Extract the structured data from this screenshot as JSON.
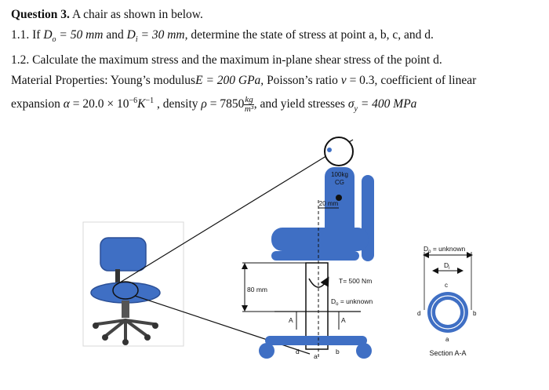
{
  "question": {
    "title": "Question 3.",
    "intro": "A chair as shown in below.",
    "q1_prefix": "1.1. If ",
    "q1_do": "D",
    "q1_do_sub": "o",
    "q1_do_val": " = 50 mm",
    "q1_and": " and ",
    "q1_di": "D",
    "q1_di_sub": "i",
    "q1_di_val": " = 30 mm,",
    "q1_suffix": " determine the state of stress at point a, b, c, and d.",
    "q2": "1.2. Calculate the maximum stress and the maximum in-plane shear stress of the point d.",
    "mat_line1_prefix": "Material Properties: Young’s modulus",
    "mat_E": "E",
    "mat_E_val": " = 200 GPa,",
    "mat_poisson": " Poisson’s ratio ",
    "mat_v": "v",
    "mat_v_val": " = 0.3,",
    "mat_coef": " coefficient of linear",
    "mat_line2_prefix": "expansion ",
    "mat_alpha": "α",
    "mat_alpha_val": " = 20.0 × 10",
    "mat_alpha_exp": "−6",
    "mat_alpha_unit": "K",
    "mat_alpha_unit_exp": "−1",
    "mat_density": " , density ",
    "mat_rho": "ρ",
    "mat_rho_val": " = 7850",
    "mat_rho_num": "kg",
    "mat_rho_den": "m³",
    "mat_yield": ", and  yield stresses ",
    "mat_sigma": "σ",
    "mat_sigma_sub": "y",
    "mat_sigma_val": " = 400 MPa"
  },
  "figure": {
    "mass_label": "100kg",
    "cg_label": "CG",
    "offset_label": "20 mm",
    "height_label": "80 mm",
    "torque_label": "T= 500 Nm",
    "do_label": "D",
    "do_sub": "o",
    "do_unknown": " = unknown",
    "section_do_label": "D",
    "section_do_sub": "o",
    "section_do_unknown": " = unknown",
    "section_di_label": "D",
    "section_di_sub": "i",
    "cut_a_left": "A",
    "cut_a_right": "A",
    "pt_d": "d",
    "pt_a": "a",
    "pt_b": "b",
    "sec_pt_c": "c",
    "sec_pt_d": "d",
    "sec_pt_b": "b",
    "sec_pt_a": "a",
    "section_title": "Section A-A"
  },
  "colors": {
    "chair_blue": "#3f6fc4",
    "chair_dark": "#2b4f96"
  }
}
